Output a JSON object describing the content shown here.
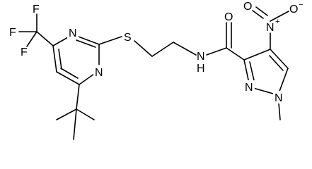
{
  "molecule": {
    "atoms": {
      "f_top": "F",
      "f_left": "F",
      "f_bottom": "F",
      "n_pyrimidine_1": "N",
      "n_pyrimidine_3": "N",
      "s_thioether": "S",
      "n_amide": "N",
      "h_amide": "H",
      "o_carbonyl": "O",
      "n_nitro": "N",
      "n_nitro_charge": "+",
      "o_nitro_top": "O",
      "o_nitro_top_charge": "−",
      "o_nitro_bottom": "O",
      "n_pyrazole_2": "N",
      "n_pyrazole_1": "N"
    }
  }
}
